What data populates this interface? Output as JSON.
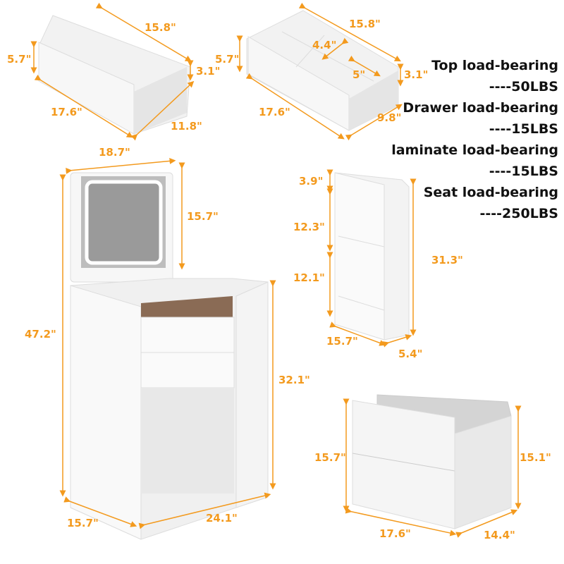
{
  "accent_color": "#f39a1e",
  "drawer_plain": {
    "width": "15.8\"",
    "front_height": "5.7\"",
    "side_height": "3.1\"",
    "front_length": "17.6\"",
    "depth": "11.8\""
  },
  "drawer_divided": {
    "width": "15.8\"",
    "front_height": "5.7\"",
    "side_height": "3.1\"",
    "front_length": "17.6\"",
    "depth": "9.8\"",
    "compartment_a": "4.4\"",
    "compartment_b": "5\""
  },
  "vanity": {
    "top_width": "18.7\"",
    "mirror_height": "15.7\"",
    "total_height": "47.2\"",
    "table_height": "32.1\"",
    "depth": "15.7\"",
    "width": "24.1\""
  },
  "side_shelf": {
    "top_section": "3.9\"",
    "middle_section": "12.3\"",
    "bottom_section": "12.1\"",
    "total_height": "31.3\"",
    "depth": "15.7\"",
    "width": "5.4\""
  },
  "stool": {
    "front_height": "15.7\"",
    "back_height": "15.1\"",
    "width": "17.6\"",
    "depth": "14.4\""
  },
  "specs": [
    {
      "label": "Top load-bearing",
      "value": "----50LBS"
    },
    {
      "label": "Drawer load-bearing",
      "value": "----15LBS"
    },
    {
      "label": "laminate load-bearing",
      "value": "----15LBS"
    },
    {
      "label": "Seat load-bearing",
      "value": "----250LBS"
    }
  ]
}
